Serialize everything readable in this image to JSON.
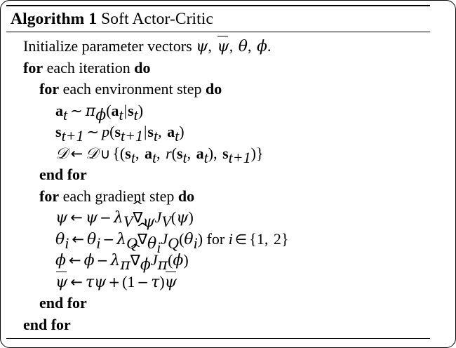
{
  "figure": {
    "kind": "algorithm-pseudocode-box",
    "rule_color": "#000000",
    "background_color": "#ffffff",
    "text_color": "#000000"
  },
  "algorithm": {
    "label": "Algorithm 1",
    "name": "Soft Actor-Critic",
    "lines": [
      {
        "id": "init",
        "indent": 0,
        "text": "Initialize parameter vectors ψ, ψ̄, θ, ϕ."
      },
      {
        "id": "for-iter",
        "indent": 0,
        "text": "for each iteration do"
      },
      {
        "id": "for-env",
        "indent": 1,
        "text": "for each environment step do"
      },
      {
        "id": "sample-a",
        "indent": 2,
        "text": "a_t ~ π_ϕ(a_t|s_t)"
      },
      {
        "id": "sample-s",
        "indent": 2,
        "text": "s_{t+1} ~ p(s_{t+1}|s_t, a_t)"
      },
      {
        "id": "buffer",
        "indent": 2,
        "text": "D ← D ∪ {(s_t, a_t, r(s_t, a_t), s_{t+1})}"
      },
      {
        "id": "end-for-env",
        "indent": 1,
        "text": "end for"
      },
      {
        "id": "for-grad",
        "indent": 1,
        "text": "for each gradient step do"
      },
      {
        "id": "update-psi",
        "indent": 2,
        "text": "ψ ← ψ − λ_V ∇̂_ψ J_V(ψ)"
      },
      {
        "id": "update-theta",
        "indent": 2,
        "text": "θ_i ← θ_i − λ_Q ∇̂_{θ_i} J_Q(θ_i) for i ∈ {1, 2}"
      },
      {
        "id": "update-phi",
        "indent": 2,
        "text": "ϕ ← ϕ − λ_π ∇̂_ϕ J_π(ϕ)"
      },
      {
        "id": "update-psibar",
        "indent": 2,
        "text": "ψ̄ ← τψ + (1 − τ)ψ̄"
      },
      {
        "id": "end-for-grad",
        "indent": 1,
        "text": "end for"
      },
      {
        "id": "end-for-iter",
        "indent": 0,
        "text": "end for"
      }
    ],
    "keywords": {
      "for": "for",
      "do": "do",
      "end_for": "end for",
      "each_iteration": "each iteration",
      "each_environment_step": "each environment step",
      "each_gradient_step": "each gradient step",
      "initialize_prefix": "Initialize parameter vectors",
      "for_inline": "for",
      "in_set_values": [
        "1",
        "2"
      ]
    },
    "symbols": {
      "psi": "ψ",
      "psi_bar": "ψ̄",
      "theta": "θ",
      "phi": "ϕ",
      "pi": "π",
      "tau": "τ",
      "lambda": "λ",
      "nabla_hat": "∇̂",
      "cal_D": "𝒟",
      "arrow_left": "←",
      "sim": "∼",
      "cup": "∪",
      "in": "∈",
      "minus": "−",
      "plus": "+"
    }
  }
}
